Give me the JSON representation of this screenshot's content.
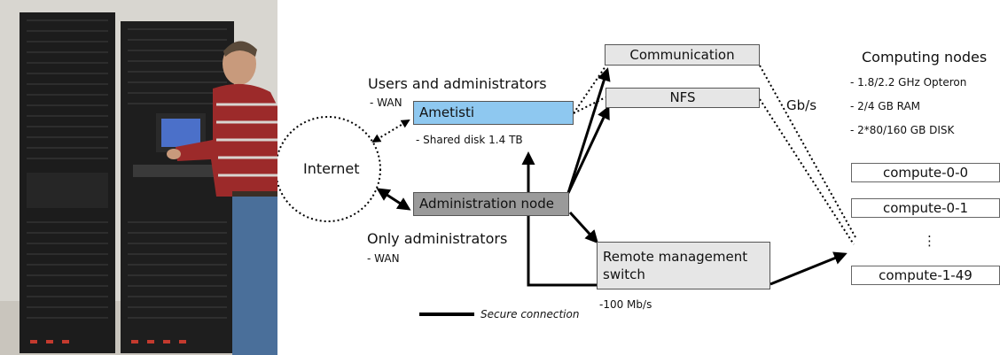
{
  "labels": {
    "users_admins": "Users and administrators",
    "wan_top": "- WAN",
    "only_admins": "Only administrators",
    "wan_bottom": "- WAN",
    "internet": "Internet",
    "shared_disk": "- Shared disk 1.4 TB",
    "gbs": "Gb/s",
    "mbs": "-100 Mb/s",
    "legend": "Secure connection"
  },
  "boxes": {
    "communication": "Communication",
    "nfs": "NFS",
    "ametisti": "Ametisti",
    "admin_node": "Administration node",
    "remote_line1": "Remote management",
    "remote_line2": "switch"
  },
  "computing": {
    "title": "Computing nodes",
    "specs": [
      "- 1.8/2.2 GHz Opteron",
      "- 2/4 GB RAM",
      "- 2*80/160 GB DISK"
    ],
    "nodes": [
      "compute-0-0",
      "compute-0-1",
      "⋮",
      "compute-1-49"
    ]
  },
  "colors": {
    "ametisti_fill": "#8ec8f0",
    "admin_node_fill": "#9a9a9a",
    "light_box_fill": "#e6e6e6"
  }
}
